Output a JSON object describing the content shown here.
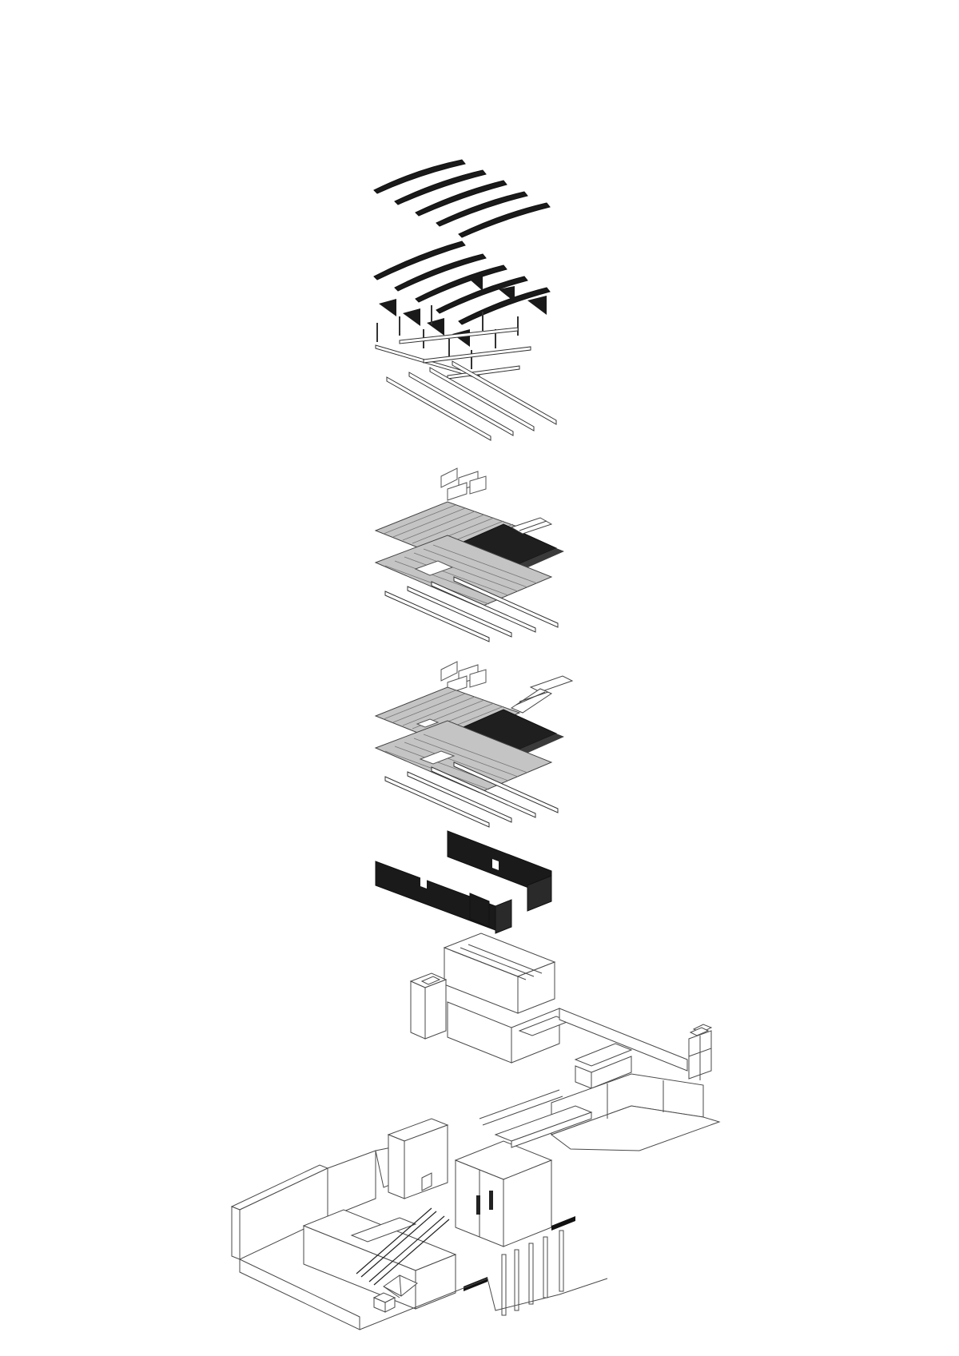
{
  "diagram": {
    "kind": "exploded-axonometric",
    "labels": [],
    "colors": {
      "background": "#ffffff",
      "ink": "#111111",
      "dark_fill": "#1a1a1a",
      "mid_fill": "#3a3a3a",
      "light_fill": "#bdbdbd",
      "outline": "#4a4a4a"
    },
    "layers": [
      {
        "id": "roof-sheets",
        "name": ""
      },
      {
        "id": "roof-structure",
        "name": ""
      },
      {
        "id": "upper-floor-deck",
        "name": ""
      },
      {
        "id": "lower-floor-deck",
        "name": ""
      },
      {
        "id": "enclosure-walls",
        "name": ""
      },
      {
        "id": "existing-site-building",
        "name": ""
      }
    ]
  }
}
